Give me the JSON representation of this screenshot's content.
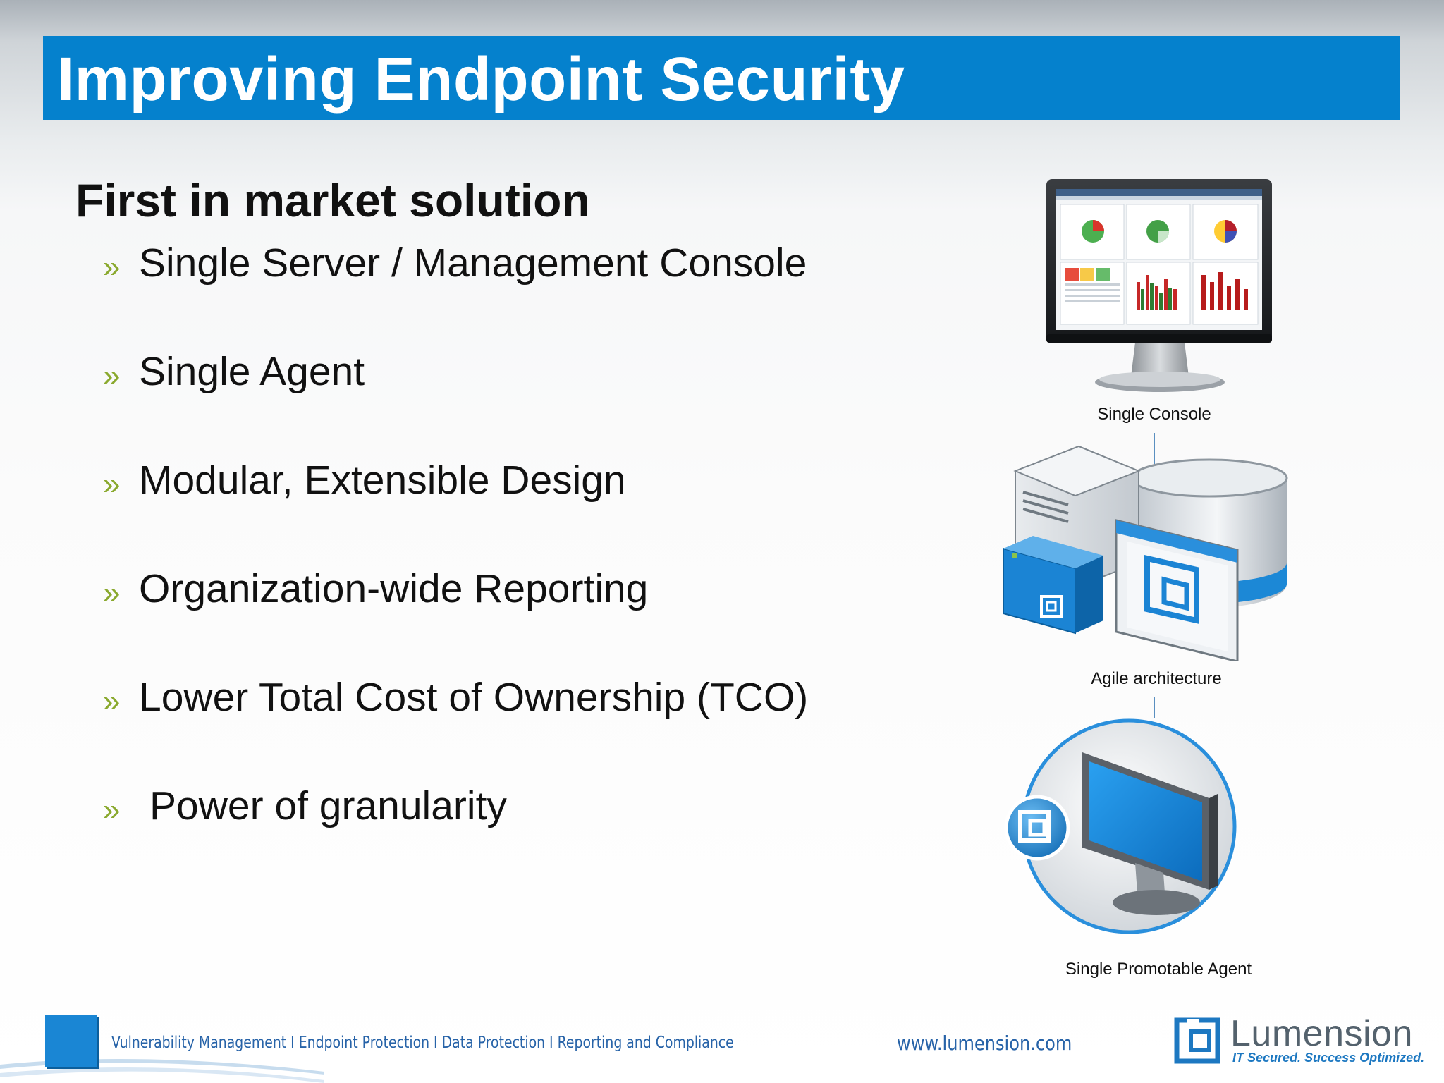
{
  "header": {
    "title": "Improving Endpoint Security"
  },
  "content": {
    "subtitle": "First in market solution",
    "bullet_marker": "»",
    "bullets": [
      "Single Server / Management Console",
      "Single Agent",
      "Modular, Extensible Design",
      "Organization-wide Reporting",
      "Lower Total Cost of Ownership (TCO)",
      "Power of granularity"
    ]
  },
  "diagram": {
    "captions": {
      "console": "Single Console",
      "architecture": "Agile architecture",
      "agent": "Single Promotable Agent"
    }
  },
  "footer": {
    "tagline": "Vulnerability Management I Endpoint Protection I Data Protection I Reporting and Compliance",
    "url": "www.lumension.com",
    "logo_name": "Lumension",
    "logo_tagline": "IT Secured. Success Optimized."
  },
  "colors": {
    "title_bar": "#0581cd",
    "bullet_marker": "#8aa92e",
    "footer_text": "#2763a8",
    "brand_blue": "#1a86d4"
  }
}
